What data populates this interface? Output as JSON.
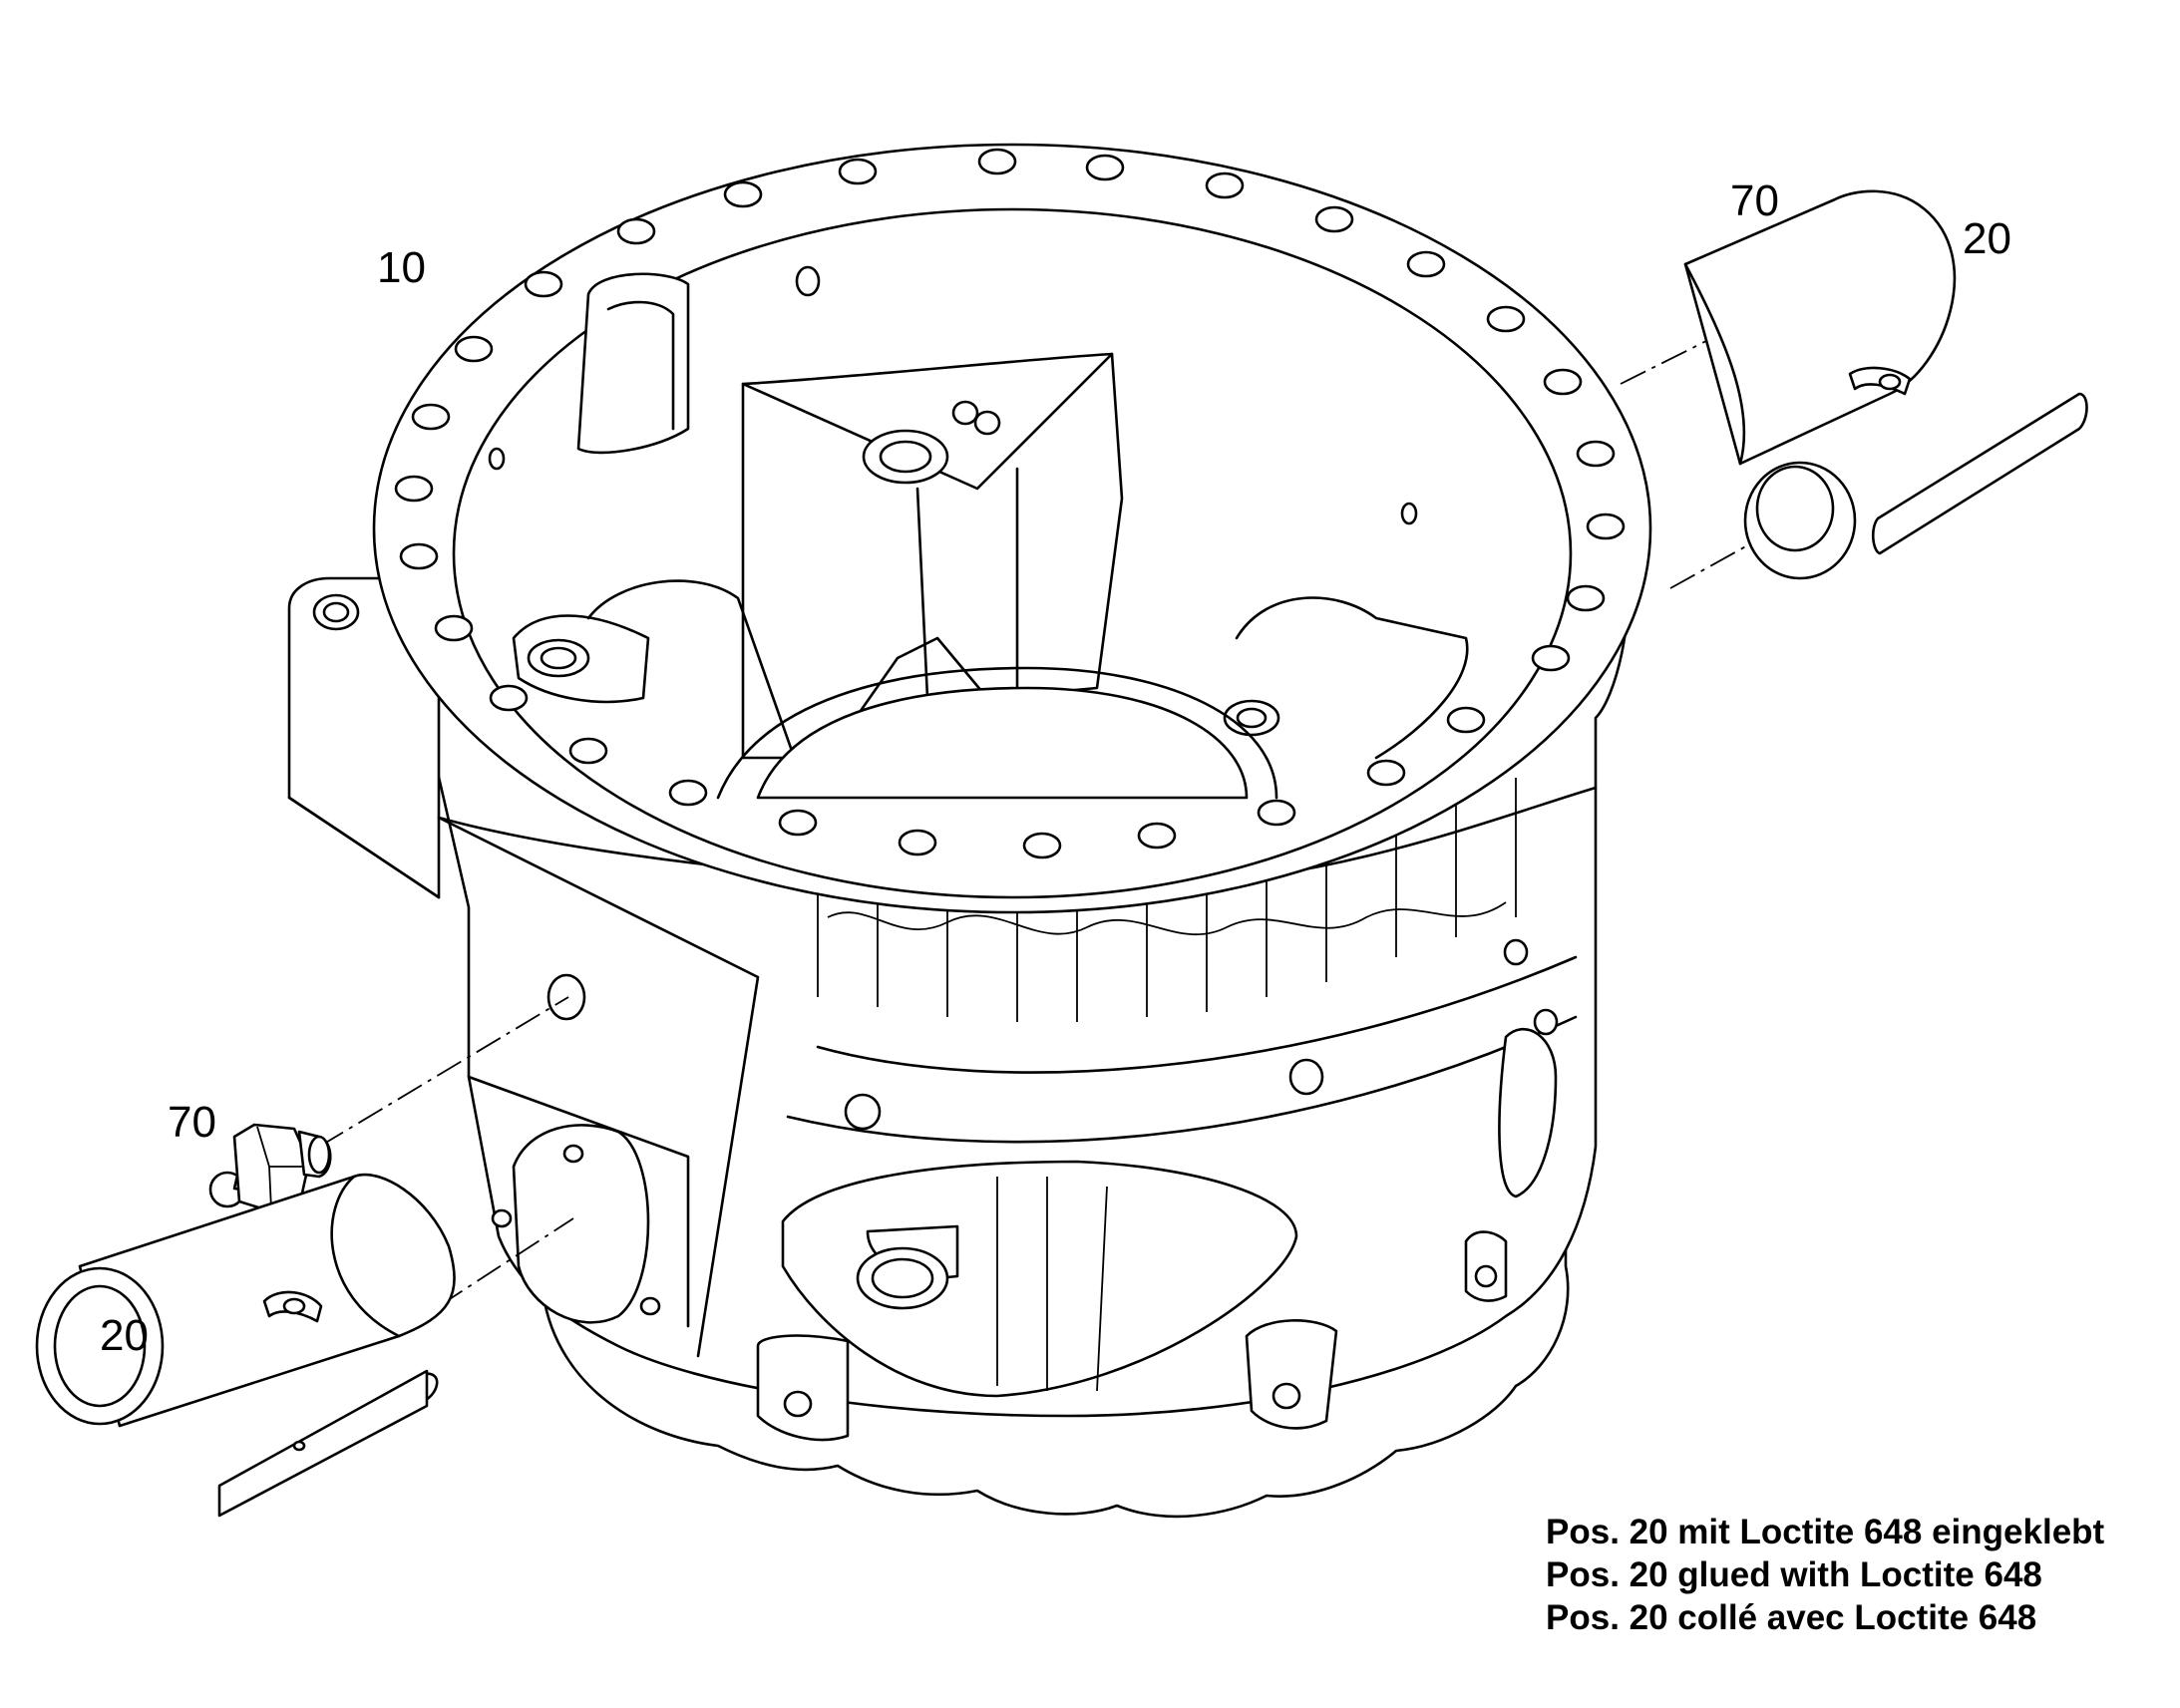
{
  "callouts": {
    "housing": "10",
    "bushing_right": "20",
    "bushing_left": "20",
    "grease_nipple_right": "70",
    "grease_nipple_left": "70"
  },
  "note": {
    "line_de": "Pos. 20 mit Loctite 648 eingeklebt",
    "line_en": "Pos. 20 glued with Loctite 648",
    "line_fr": "Pos. 20 collé avec Loctite 648"
  }
}
